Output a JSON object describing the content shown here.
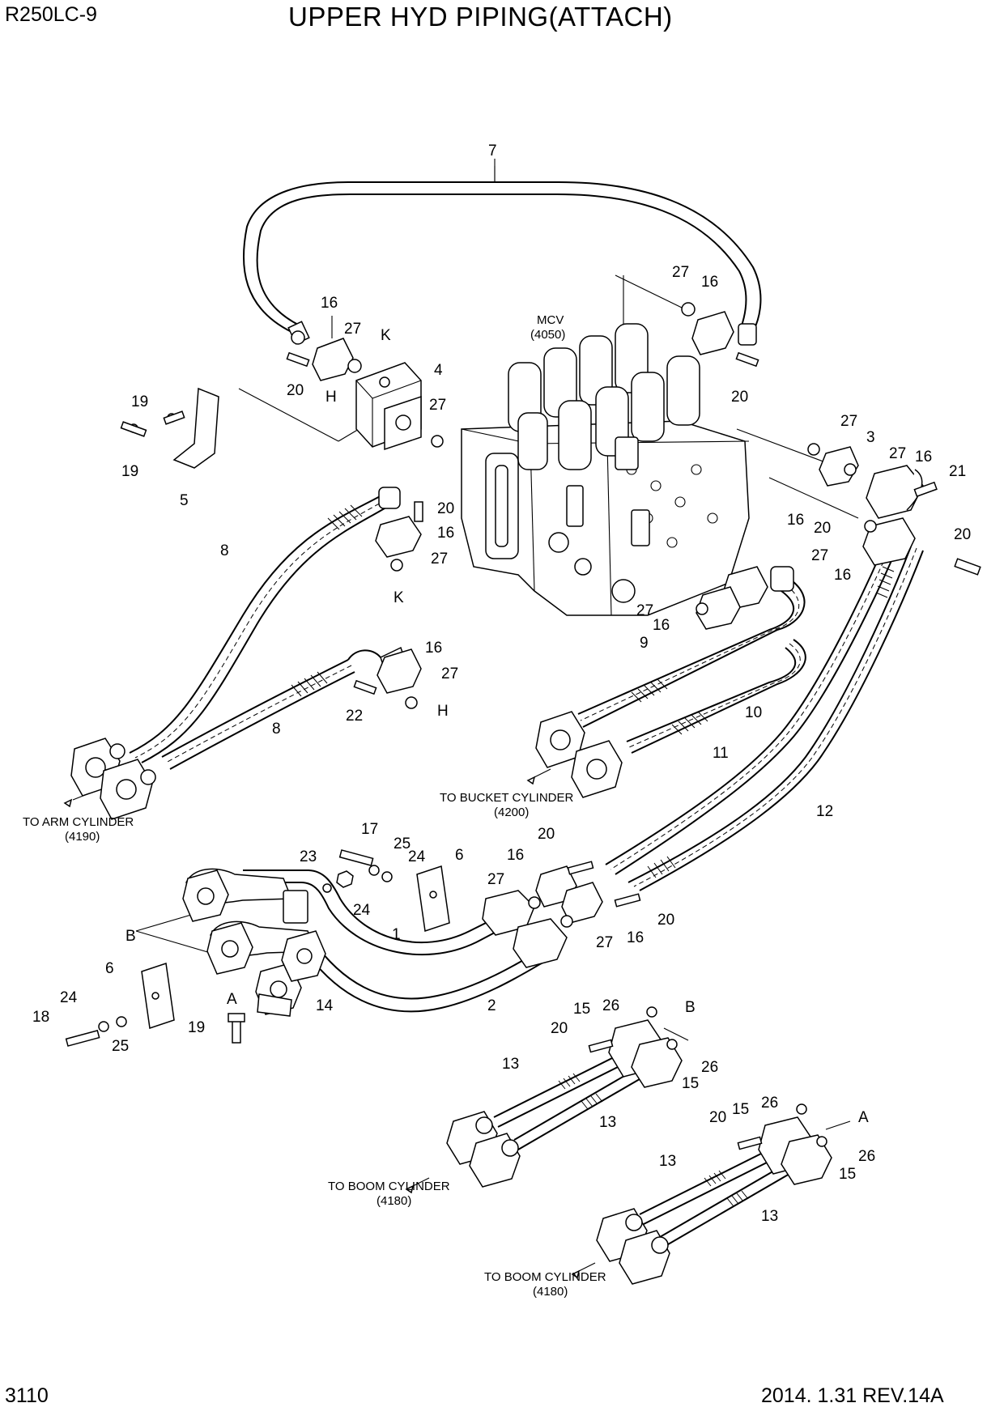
{
  "header": {
    "model": "R250LC-9",
    "title": "UPPER HYD PIPING(ATTACH)"
  },
  "footer": {
    "page_number": "3110",
    "revision": "2014. 1.31  REV.14A"
  },
  "mcv": {
    "name": "MCV",
    "ref": "(4050)"
  },
  "destinations": [
    {
      "name": "TO ARM CYLINDER",
      "ref": "(4190)"
    },
    {
      "name": "TO BUCKET CYLINDER",
      "ref": "(4200)"
    },
    {
      "name": "TO BOOM CYLINDER",
      "ref": "(4180)"
    },
    {
      "name": "TO BOOM CYLINDER",
      "ref": "(4180)"
    }
  ],
  "callouts": [
    "7",
    "27",
    "16",
    "16",
    "27",
    "K",
    "4",
    "20",
    "20",
    "H",
    "27",
    "19",
    "19",
    "5",
    "20",
    "16",
    "8",
    "27",
    "K",
    "27",
    "3",
    "27",
    "16",
    "21",
    "16",
    "20",
    "27",
    "20",
    "16",
    "27",
    "16",
    "16",
    "27",
    "H",
    "22",
    "8",
    "9",
    "10",
    "11",
    "12",
    "17",
    "25",
    "24",
    "23",
    "6",
    "24",
    "20",
    "16",
    "27",
    "20",
    "1",
    "27",
    "16",
    "B",
    "6",
    "24",
    "18",
    "25",
    "A",
    "14",
    "2",
    "19",
    "15",
    "26",
    "B",
    "20",
    "26",
    "15",
    "13",
    "13",
    "20",
    "15",
    "26",
    "A",
    "26",
    "15",
    "13",
    "13"
  ]
}
